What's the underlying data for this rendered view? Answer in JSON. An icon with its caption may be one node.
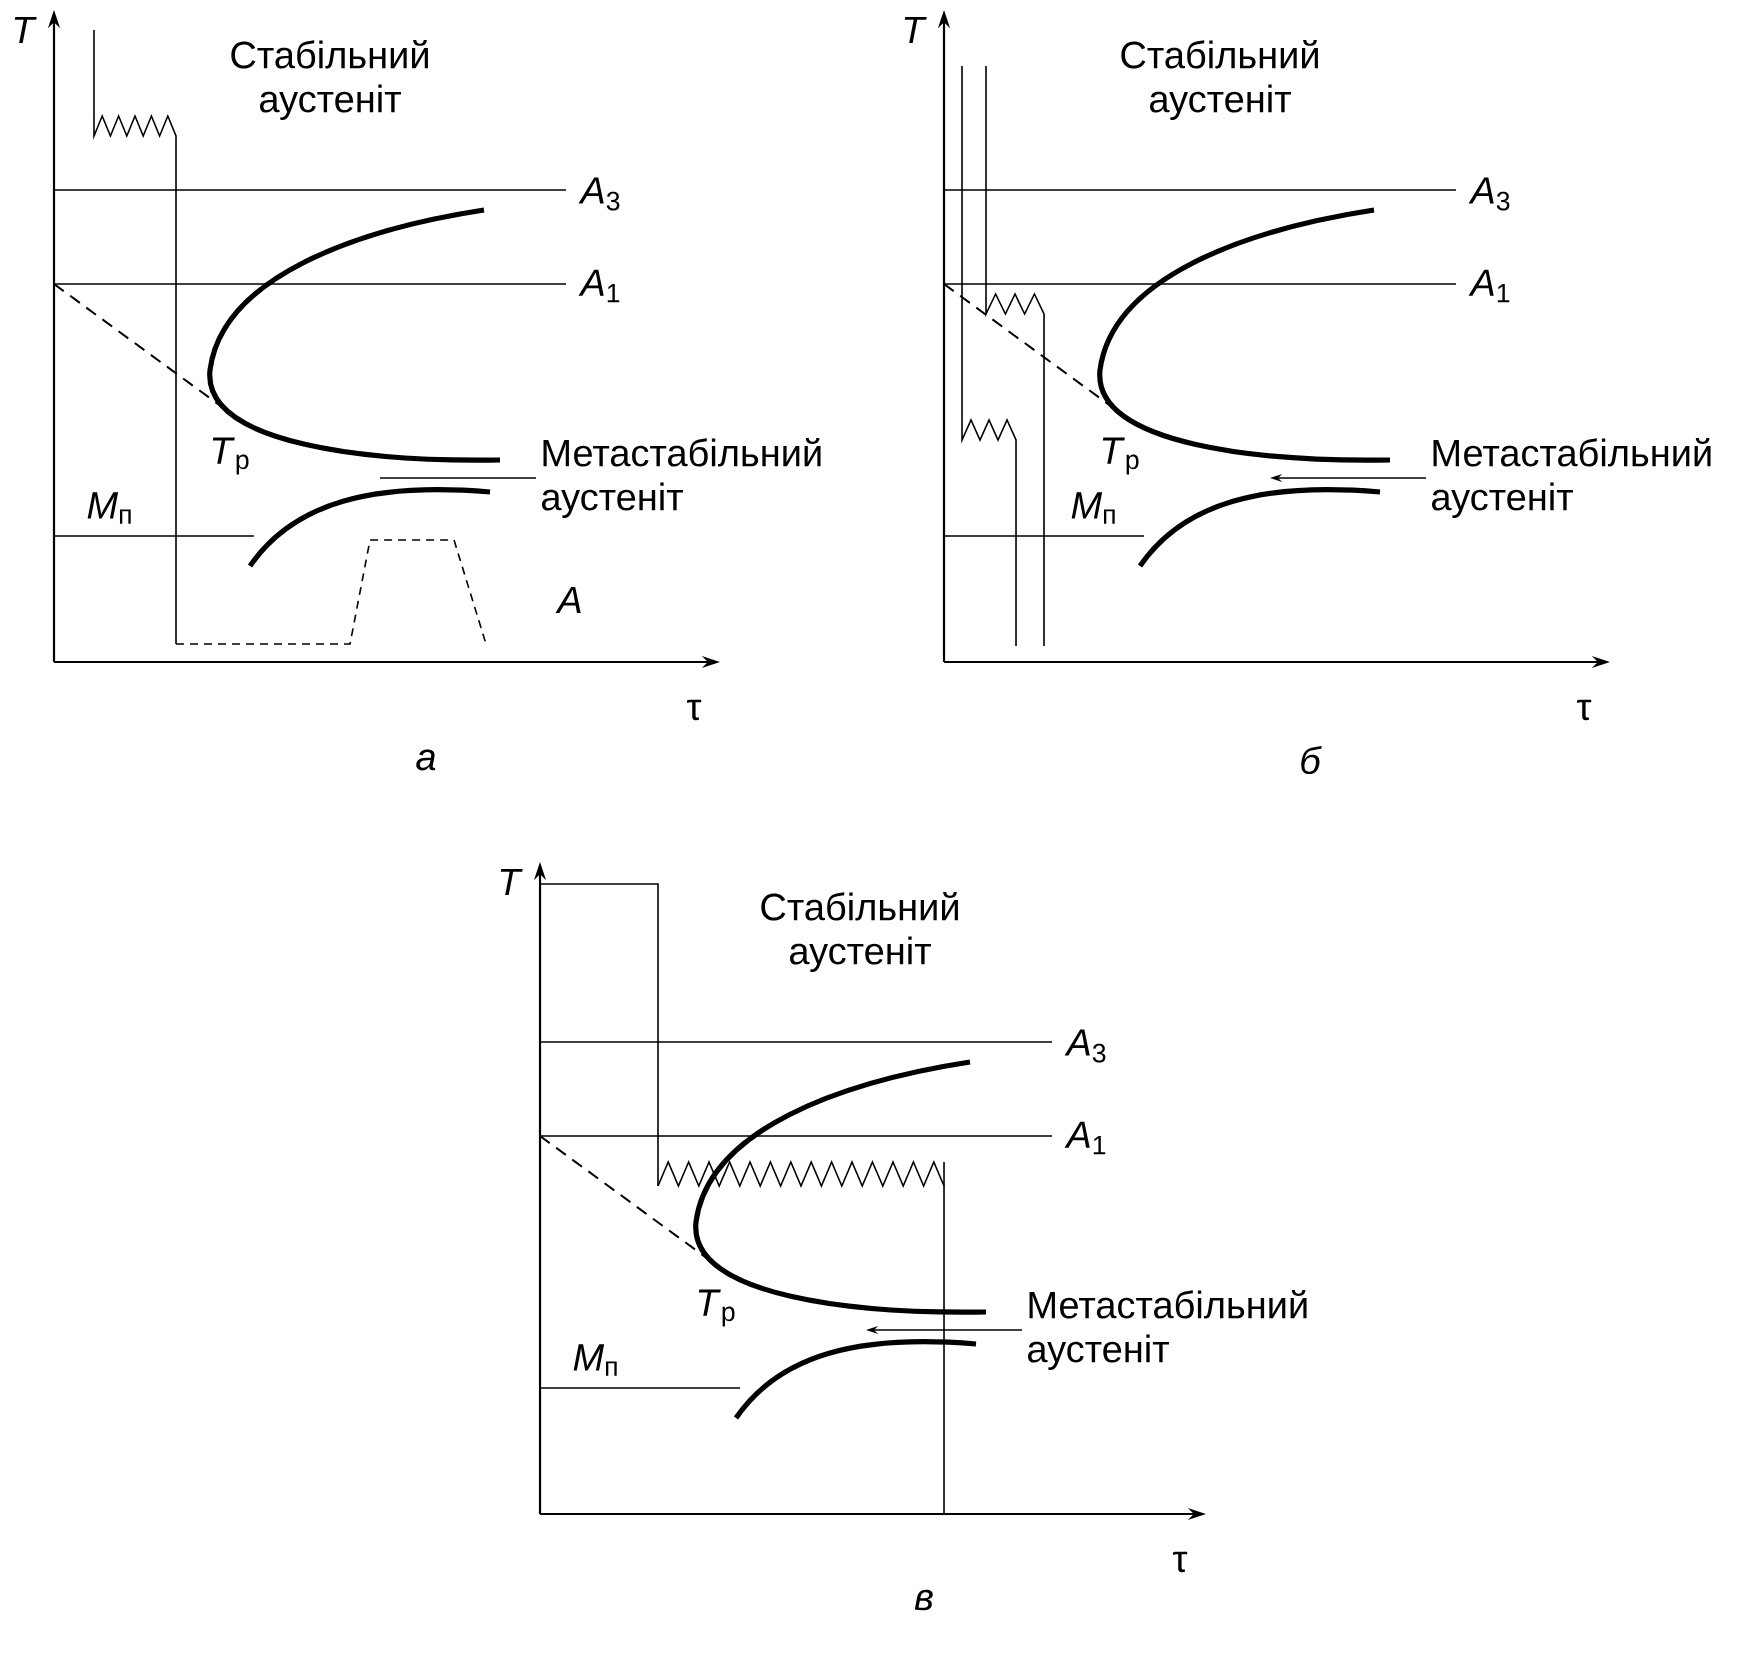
{
  "diagram": {
    "nodes": [
      {
        "text": [
          "Метастабільний аустеніт"
        ]
      },
      {
        "text": [
          "Метастабільний аустеніт"
        ]
      },
      {
        "text": [
          "Метастабільний аустеніт"
        ]
      }
    ],
    "edges": [
      {
        "from": 0,
        "to": null,
        "arrow": "none"
      },
      {
        "from": 1,
        "to": null,
        "arrow": "to"
      },
      {
        "from": 2,
        "to": null,
        "arrow": "to"
      }
    ],
    "labels": [
      "*T*",
      "Стабільний аустеніт",
      "*A*$_{3}$",
      "*A*$_{1}$",
      "*T*$_{р}$",
      "*M*$_{п}$",
      "*A*",
      "τ",
      "а",
      "*T*",
      "Стабільний аустеніт",
      "*A*$_{3}$",
      "*A*$_{1}$",
      "*T*$_{р}$",
      "*M*$_{п}$",
      "τ",
      "б",
      "*T*",
      "Стабільний аустеніт",
      "*A*$_{3}$",
      "*A*$_{1}$",
      "*T*$_{р}$",
      "*M*$_{п}$",
      "τ",
      "в"
    ]
  }
}
